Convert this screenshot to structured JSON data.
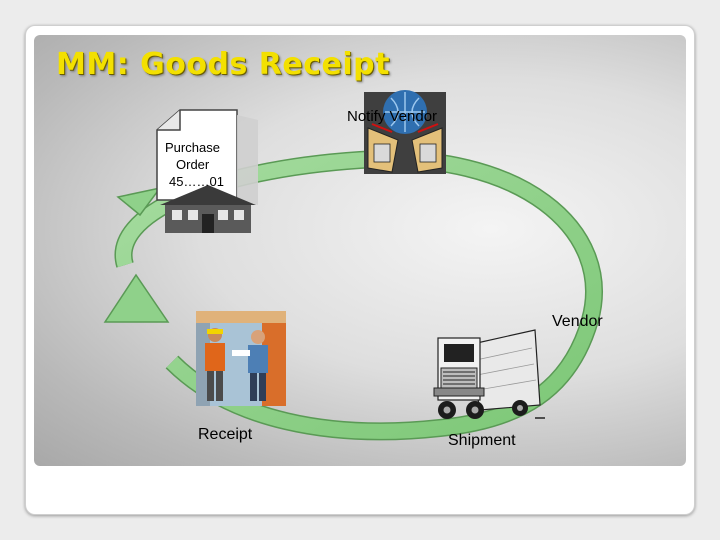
{
  "slide": {
    "title": "MM: Goods Receipt"
  },
  "po_document": {
    "line1": "Purchase",
    "line2": "Order",
    "line3": "45……01"
  },
  "labels": {
    "notify_vendor": "Notify Vendor",
    "vendor": "Vendor",
    "receipt": "Receipt",
    "shipment": "Shipment"
  },
  "icons": {
    "purchase_order": "document-icon",
    "building": "office-building-icon",
    "notify": "globe-computers-icon",
    "receipt": "warehouse-workers-icon",
    "shipment": "truck-icon"
  },
  "colors": {
    "title": "#f3e000",
    "arrow": "#8fd18a",
    "arrow_edge": "#5a9a55"
  }
}
